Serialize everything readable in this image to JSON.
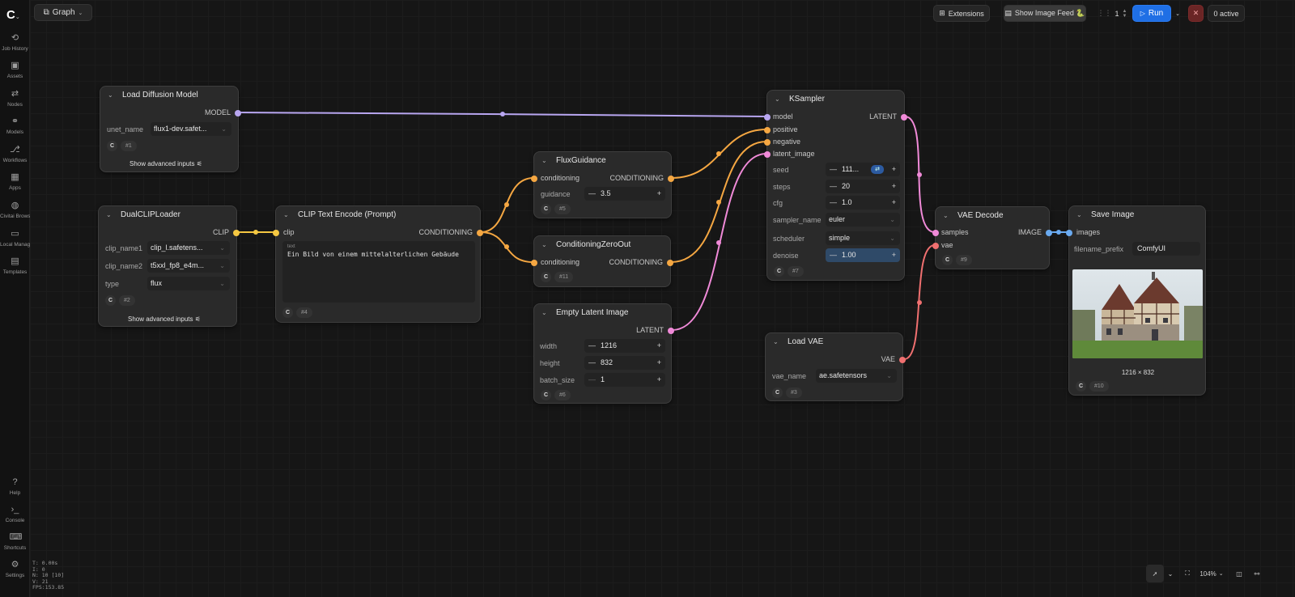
{
  "sidebar": {
    "items": [
      {
        "label": "Job History",
        "icon": "history-icon",
        "glyph": "⟲"
      },
      {
        "label": "Assets",
        "icon": "image-icon",
        "glyph": "▣"
      },
      {
        "label": "Nodes",
        "icon": "nodes-icon",
        "glyph": "⇄"
      },
      {
        "label": "Models",
        "icon": "models-icon",
        "glyph": "⚭"
      },
      {
        "label": "Workflows",
        "icon": "workflow-icon",
        "glyph": "⎇"
      },
      {
        "label": "Apps",
        "icon": "apps-icon",
        "glyph": "▦"
      },
      {
        "label": "Civitai Browser",
        "icon": "globe-icon",
        "glyph": "◍"
      },
      {
        "label": "Local Manager",
        "icon": "folder-icon",
        "glyph": "▭"
      },
      {
        "label": "Templates",
        "icon": "templates-icon",
        "glyph": "▤"
      }
    ],
    "bottom": [
      {
        "label": "Help",
        "icon": "help-icon",
        "glyph": "?"
      },
      {
        "label": "Console",
        "icon": "console-icon",
        "glyph": "›_"
      },
      {
        "label": "Shortcuts",
        "icon": "keyboard-icon",
        "glyph": "⌨"
      },
      {
        "label": "Settings",
        "icon": "gear-icon",
        "glyph": "⚙"
      }
    ]
  },
  "stats": [
    "T: 0.00s",
    "I: 0",
    "N: 10 [10]",
    "V: 21",
    "FPS:153.85"
  ],
  "topbar": {
    "graph_label": "Graph",
    "extensions": "Extensions",
    "show_feed": "Show Image Feed 🐍",
    "queue_count": "1",
    "run": "Run",
    "active": "0 active"
  },
  "zoom": "104%",
  "nodes": {
    "load_diffusion": {
      "title": "Load Diffusion Model",
      "out": "MODEL",
      "w_label": "unet_name",
      "w_value": "flux1-dev.safet...",
      "id": "#1",
      "adv": "Show advanced inputs"
    },
    "dualclip": {
      "title": "DualCLIPLoader",
      "out": "CLIP",
      "w1_label": "clip_name1",
      "w1_value": "clip_l.safetens...",
      "w2_label": "clip_name2",
      "w2_value": "t5xxl_fp8_e4m...",
      "w3_label": "type",
      "w3_value": "flux",
      "id": "#2",
      "adv": "Show advanced inputs"
    },
    "clip_text": {
      "title": "CLIP Text Encode (Prompt)",
      "in": "clip",
      "out": "CONDITIONING",
      "text_label": "text",
      "text_value": "Ein Bild von einem mittelalterlichen Gebäude",
      "id": "#4"
    },
    "flux_guidance": {
      "title": "FluxGuidance",
      "in": "conditioning",
      "out": "CONDITIONING",
      "w_label": "guidance",
      "w_value": "3.5",
      "id": "#5"
    },
    "cond_zero": {
      "title": "ConditioningZeroOut",
      "in": "conditioning",
      "out": "CONDITIONING",
      "id": "#11"
    },
    "empty_latent": {
      "title": "Empty Latent Image",
      "out": "LATENT",
      "w1_label": "width",
      "w1_value": "1216",
      "w2_label": "height",
      "w2_value": "832",
      "w3_label": "batch_size",
      "w3_value": "1",
      "id": "#6"
    },
    "ksampler": {
      "title": "KSampler",
      "in1": "model",
      "in2": "positive",
      "in3": "negative",
      "in4": "latent_image",
      "out": "LATENT",
      "seed_label": "seed",
      "seed_value": "111...",
      "steps_label": "steps",
      "steps_value": "20",
      "cfg_label": "cfg",
      "cfg_value": "1.0",
      "sampler_label": "sampler_name",
      "sampler_value": "euler",
      "scheduler_label": "scheduler",
      "scheduler_value": "simple",
      "denoise_label": "denoise",
      "denoise_value": "1.00",
      "id": "#7"
    },
    "load_vae": {
      "title": "Load VAE",
      "out": "VAE",
      "w_label": "vae_name",
      "w_value": "ae.safetensors",
      "id": "#3"
    },
    "vae_decode": {
      "title": "VAE Decode",
      "in1": "samples",
      "in2": "vae",
      "out": "IMAGE",
      "id": "#9"
    },
    "save_image": {
      "title": "Save Image",
      "in": "images",
      "w_label": "filename_prefix",
      "w_value": "ComfyUI",
      "dims": "1216 × 832",
      "id": "#10"
    }
  },
  "colors": {
    "model": "#b8a6f0",
    "clip": "#f5c842",
    "cond": "#f5a742",
    "latent": "#f08ad8",
    "vae": "#f07070",
    "image": "#6aaaf0",
    "run": "#1f6fe5",
    "stop": "#7a2a2a"
  }
}
